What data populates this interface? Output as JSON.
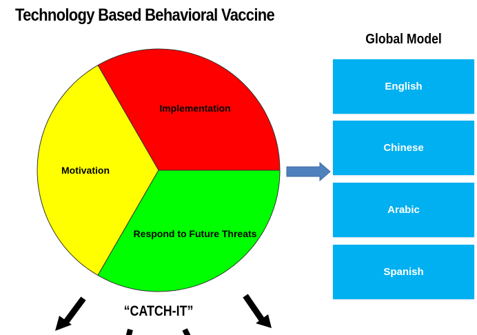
{
  "title": "Technology Based Behavioral Vaccine",
  "pie": {
    "segments": [
      {
        "label": "Implementation",
        "color": "#ff0000"
      },
      {
        "label": "Motivation",
        "color": "#ffff00"
      },
      {
        "label": "Respond to Future Threats",
        "color": "#00ff00"
      }
    ]
  },
  "global_model": {
    "heading": "Global Model",
    "languages": [
      "English",
      "Chinese",
      "Arabic",
      "Spanish"
    ],
    "box_color": "#00b0f0"
  },
  "catch_label": "“CATCH-IT”",
  "connector_arrow_color": "#4f81bd"
}
